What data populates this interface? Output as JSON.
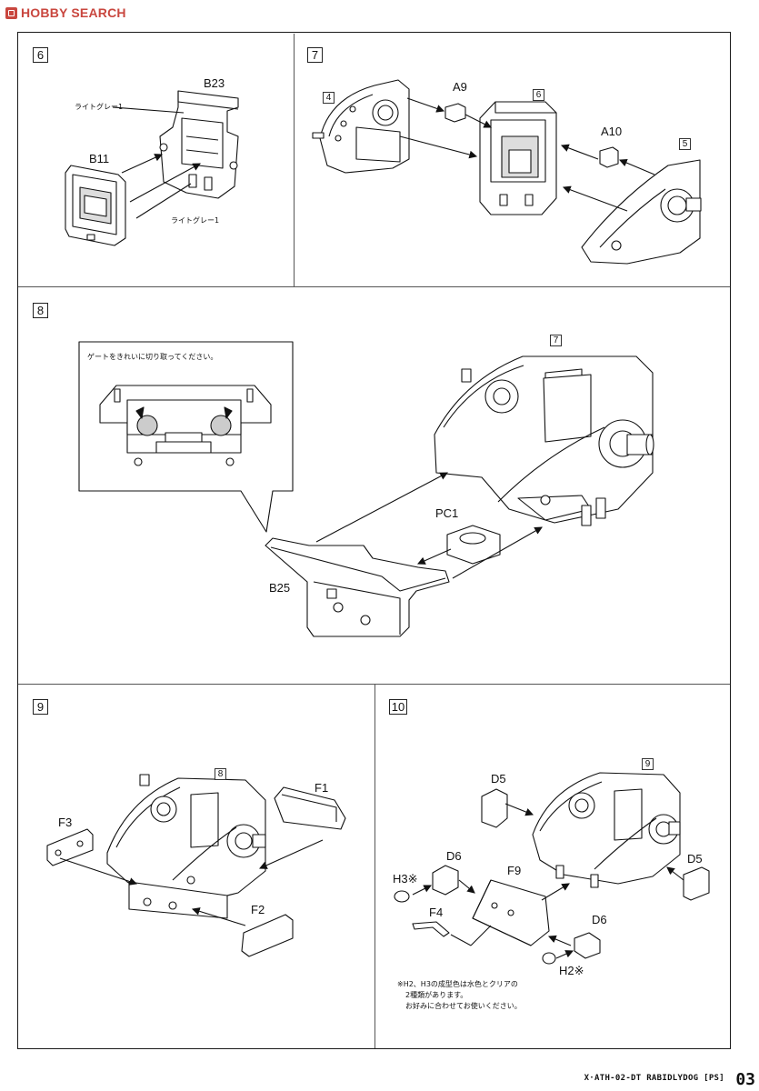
{
  "watermark": "HOBBY SEARCH",
  "steps": {
    "s6": {
      "number": "6",
      "labels": {
        "b23": "B23",
        "b11": "B11"
      },
      "color_notes": {
        "top": "ライトグレー1",
        "bottom": "ライトグレー1"
      }
    },
    "s7": {
      "number": "7",
      "refs": {
        "r4": "4",
        "r6": "6",
        "r5": "5"
      },
      "labels": {
        "a9": "A9",
        "a10": "A10"
      }
    },
    "s8": {
      "number": "8",
      "callout": "ゲートをきれいに切り取ってください。",
      "refs": {
        "r7": "7"
      },
      "labels": {
        "pc1": "PC1",
        "b25": "B25"
      }
    },
    "s9": {
      "number": "9",
      "refs": {
        "r8": "8"
      },
      "labels": {
        "f1": "F1",
        "f2": "F2",
        "f3": "F3"
      }
    },
    "s10": {
      "number": "10",
      "refs": {
        "r9": "9"
      },
      "labels": {
        "d5a": "D5",
        "d5b": "D5",
        "d6a": "D6",
        "d6b": "D6",
        "h3": "H3※",
        "h2": "H2※",
        "f9": "F9",
        "f4": "F4"
      },
      "note_lines": [
        "※H2、H3の成型色は水色とクリアの",
        "2種類があります。",
        "お好みに合わせてお使いください。"
      ]
    }
  },
  "footer": {
    "product": "X·ATH-02-DT RABIDLYDOG [PS]",
    "page": "03"
  }
}
